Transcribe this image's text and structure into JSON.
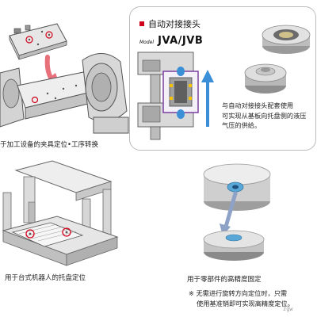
{
  "callout": {
    "title": "自动对接接头",
    "model_prefix": "Model",
    "model_value": "JVA/JVB",
    "description": [
      "与自动对接接头配套使用",
      "可实现从基板向托盘侧的液压",
      "气压的供给。"
    ]
  },
  "captions": {
    "jig_positioning": "于加工设备的夹具定位•工序转换",
    "robot_pallet": "用于台式机器人的托盘定位",
    "part_fixing": "用于零部件的高精度固定"
  },
  "note": {
    "line1": "※ 无需进行旋转方向定位时，只需",
    "line2": "使用基准销即可实现高精度定位。"
  },
  "watermark": "zgw",
  "colors": {
    "accent_red": "#d0021b",
    "highlight_purple": "#7b3fa0",
    "machine_gray": "#d8d8d8",
    "arrow_blue": "#3a8fd6",
    "arrow_pink": "#e8707a"
  }
}
